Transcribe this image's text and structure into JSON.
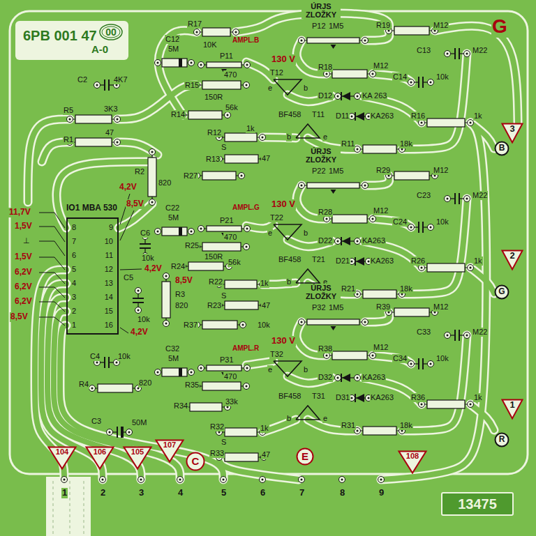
{
  "diagram": {
    "nodes": [
      {
        "text": [
          "00"
        ]
      },
      {
        "text": [
          "3"
        ]
      },
      {
        "text": [
          "B"
        ]
      },
      {
        "text": [
          "IO1 MBA 530",
          "8",
          "9",
          "7",
          "10",
          "6",
          "11",
          "5",
          "12",
          "4",
          "13",
          "3",
          "14",
          "2",
          "15",
          "1",
          "16"
        ]
      },
      {
        "text": [
          "2"
        ]
      },
      {
        "text": [
          "G"
        ]
      },
      {
        "text": [
          "1"
        ]
      },
      {
        "text": [
          "R"
        ]
      },
      {
        "text": [
          "104"
        ]
      },
      {
        "text": [
          "106"
        ]
      },
      {
        "text": [
          "105"
        ]
      },
      {
        "text": [
          "107"
        ]
      },
      {
        "text": [
          "C"
        ]
      },
      {
        "text": [
          "E"
        ]
      },
      {
        "text": [
          "108"
        ]
      },
      {
        "text": [
          "13475"
        ]
      }
    ],
    "labels": [
      "6PB 001 47",
      "A-0",
      "G",
      "C2",
      "4K7",
      "R5",
      "3K3",
      "R1",
      "47",
      "R2",
      "820",
      "11,7V",
      "1,5V",
      "⊥",
      "1,5V",
      "6,2V",
      "6,2V",
      "6,2V",
      "8,5V",
      "4,2V",
      "8,5V",
      "C6",
      "10k",
      "C5",
      "4,2V",
      "8,5V",
      "R3",
      "820",
      "10k",
      "4,2V",
      "C4",
      "10k",
      "R4",
      "820",
      "C3",
      "50M",
      "R17",
      "10K",
      "C12",
      "5M",
      "AMPL.B",
      "P11",
      "470",
      "R15",
      "150R",
      "R14",
      "56k",
      "R12",
      "1k",
      "S",
      "R13",
      "47",
      "R27",
      "C22",
      "5M",
      "AMPL.G",
      "P21",
      "470",
      "R25",
      "150R",
      "R24",
      "56k",
      "R22",
      "1k",
      "S",
      "R23",
      "47",
      "R37",
      "10k",
      "C32",
      "5M",
      "AMPL.R",
      "P31",
      "470",
      "R35",
      "R34",
      "33k",
      "R32",
      "1k",
      "S",
      "R33",
      "47",
      "ÚRJS ZLOŽKY",
      "P12",
      "1M5",
      "R19",
      "M12",
      "C13",
      "M22",
      "130 V",
      "R18",
      "M12",
      "T12",
      "e",
      "b",
      "BF458",
      "C14",
      "10k",
      "D12",
      "KA 263",
      "D11",
      "KA263",
      "R16",
      "1k",
      "T11",
      "b",
      "e",
      "R11",
      "18k",
      "ÚRJS ZLOŽKY",
      "P22",
      "1M5",
      "R29",
      "M12",
      "C23",
      "M22",
      "130 V",
      "R28",
      "M12",
      "T22",
      "e",
      "b",
      "BF458",
      "C24",
      "10k",
      "D22",
      "KA263",
      "D21",
      "KA263",
      "R26",
      "1k",
      "T21",
      "b",
      "e",
      "R21",
      "18k",
      "ÚRJS ZLOŽKY",
      "P32",
      "1M5",
      "R39",
      "M12",
      "C33",
      "M22",
      "130 V",
      "R38",
      "M12",
      "T32",
      "e",
      "b",
      "BF458",
      "C34",
      "10k",
      "D32",
      "KA263",
      "D31",
      "KA263",
      "R36",
      "1k",
      "T31",
      "b",
      "e",
      "R31",
      "18k",
      "1",
      "2",
      "3",
      "4",
      "5",
      "6",
      "7",
      "8",
      "9"
    ]
  }
}
